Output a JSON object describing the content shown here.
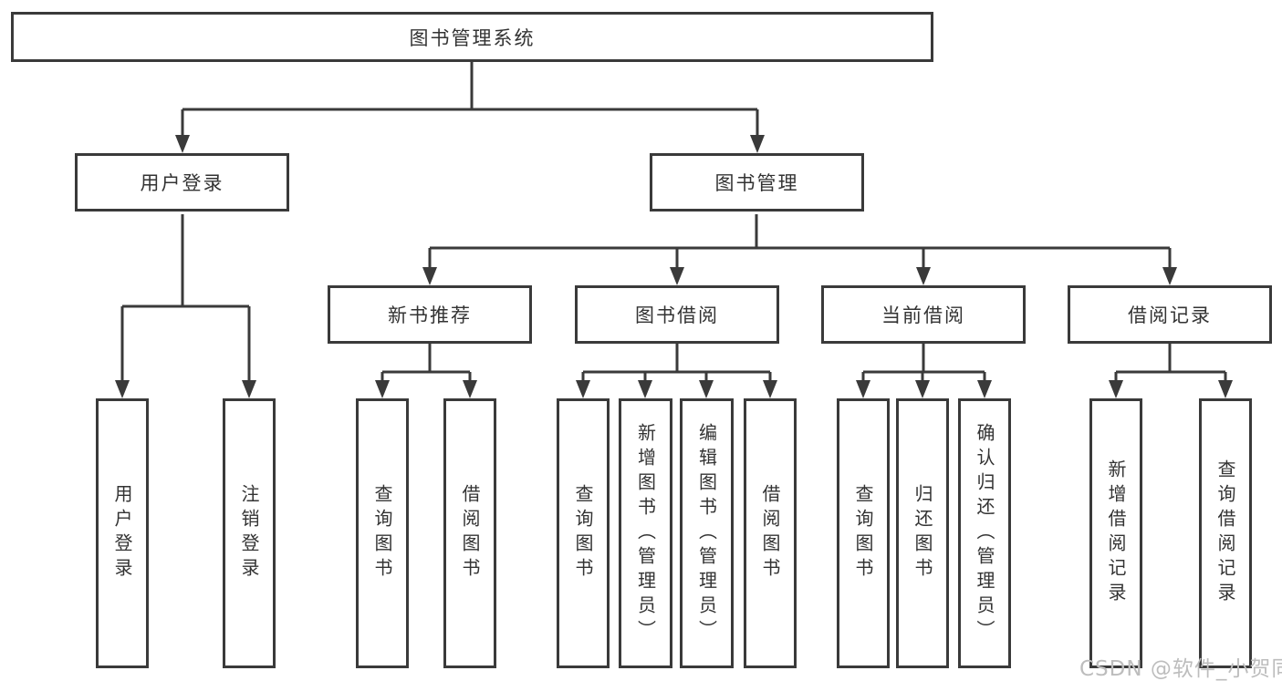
{
  "diagram": {
    "title": "library-management-system-structure",
    "root": {
      "label": "图书管理系统"
    },
    "level2": [
      {
        "label": "用户登录",
        "children": [
          {
            "label": "用户登录"
          },
          {
            "label": "注销登录"
          }
        ]
      },
      {
        "label": "图书管理",
        "children": [
          {
            "label": "新书推荐",
            "children": [
              {
                "label": "查询图书"
              },
              {
                "label": "借阅图书"
              }
            ]
          },
          {
            "label": "图书借阅",
            "children": [
              {
                "label": "查询图书"
              },
              {
                "label": "新增图书（管理员）"
              },
              {
                "label": "编辑图书（管理员）"
              },
              {
                "label": "借阅图书"
              }
            ]
          },
          {
            "label": "当前借阅",
            "children": [
              {
                "label": "查询图书"
              },
              {
                "label": "归还图书"
              },
              {
                "label": "确认归还（管理员）"
              }
            ]
          },
          {
            "label": "借阅记录",
            "children": [
              {
                "label": "新增借阅记录"
              },
              {
                "label": "查询借阅记录"
              }
            ]
          }
        ]
      }
    ]
  },
  "watermark": {
    "text": "CSDN @软件_小贺同学"
  },
  "colors": {
    "line": "#3a3a3a",
    "box_border": "#3a3a3a",
    "text": "#333333",
    "background": "#ffffff",
    "watermark": "#bdbdbd"
  }
}
